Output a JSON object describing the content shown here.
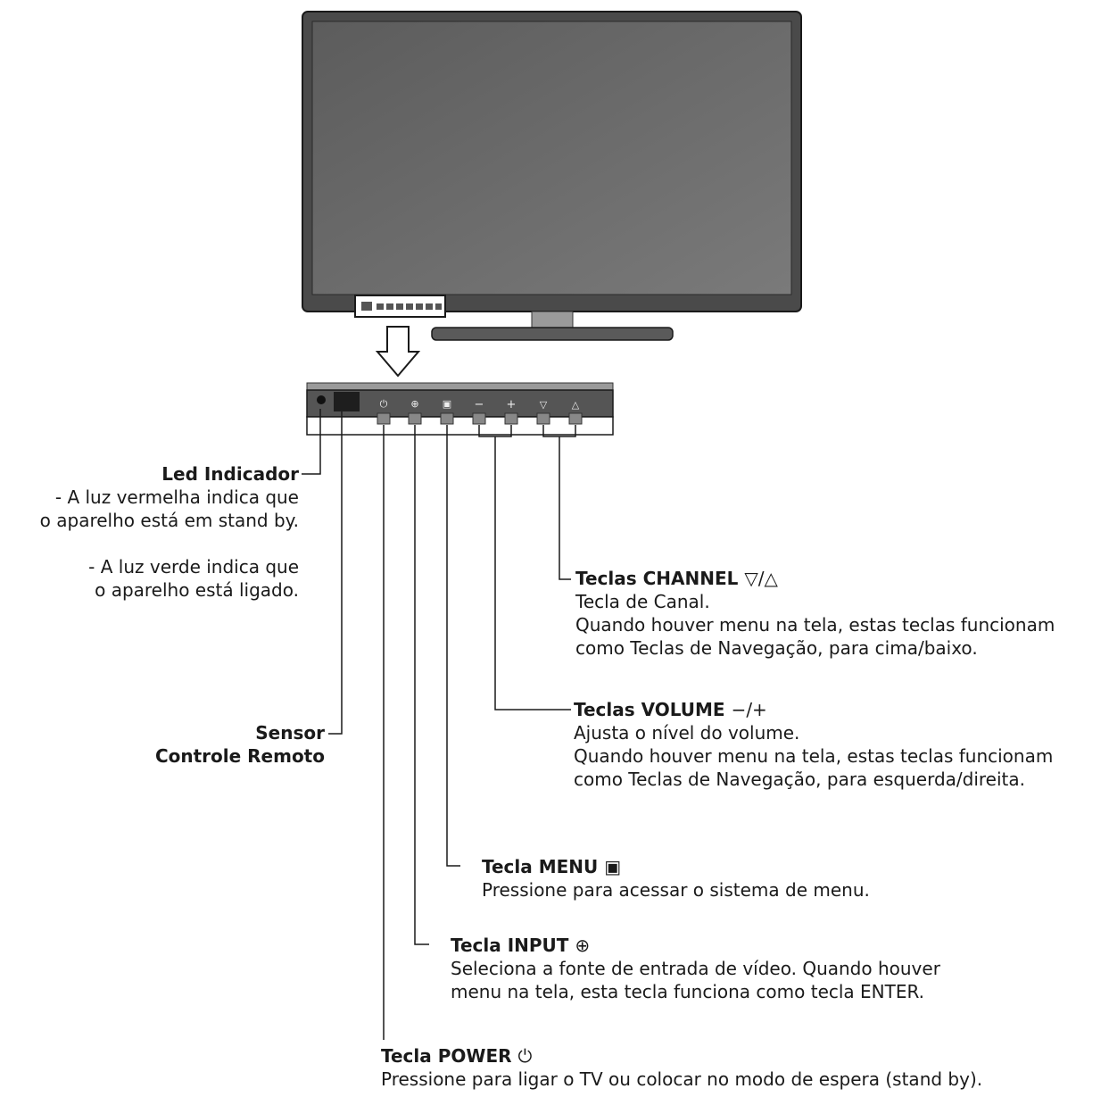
{
  "labels": {
    "led": {
      "title": "Led Indicador",
      "line1": "- A luz vermelha indica que",
      "line2": "o aparelho está em stand by.",
      "line3": "- A luz verde indica que",
      "line4": "o aparelho está ligado."
    },
    "sensor": {
      "line1": "Sensor",
      "line2": "Controle Remoto"
    },
    "channel": {
      "title": "Teclas CHANNEL",
      "symbol": "▽/△",
      "line1": "Tecla de Canal.",
      "line2": "Quando houver menu na tela, estas teclas funcionam",
      "line3": "como Teclas de Navegação, para cima/baixo."
    },
    "volume": {
      "title": "Teclas VOLUME",
      "symbol": "−/+",
      "line1": "Ajusta o nível do volume.",
      "line2": "Quando houver menu na tela, estas teclas funcionam",
      "line3": "como Teclas de Navegação, para esquerda/direita."
    },
    "menu": {
      "title": "Tecla MENU",
      "symbol": "▣",
      "line1": "Pressione para acessar o sistema de menu."
    },
    "input": {
      "title": "Tecla INPUT",
      "symbol": "⊕",
      "line1": "Seleciona a fonte de entrada de vídeo. Quando houver",
      "line2": "menu na tela, esta tecla funciona como tecla ENTER."
    },
    "power": {
      "title": "Tecla POWER",
      "symbol": "⏻",
      "line1": "Pressione para ligar o TV ou colocar no modo de espera (stand by)."
    }
  },
  "panel_symbols": {
    "power": "⏻",
    "input": "⊕",
    "menu": "▣",
    "vol_down": "−",
    "vol_up": "+",
    "ch_down": "▽",
    "ch_up": "△"
  },
  "colors": {
    "line": "#1a1a1a",
    "tv_frame": "#4a4a4a",
    "screen": "#6e6e6e",
    "panel": "#555555"
  }
}
